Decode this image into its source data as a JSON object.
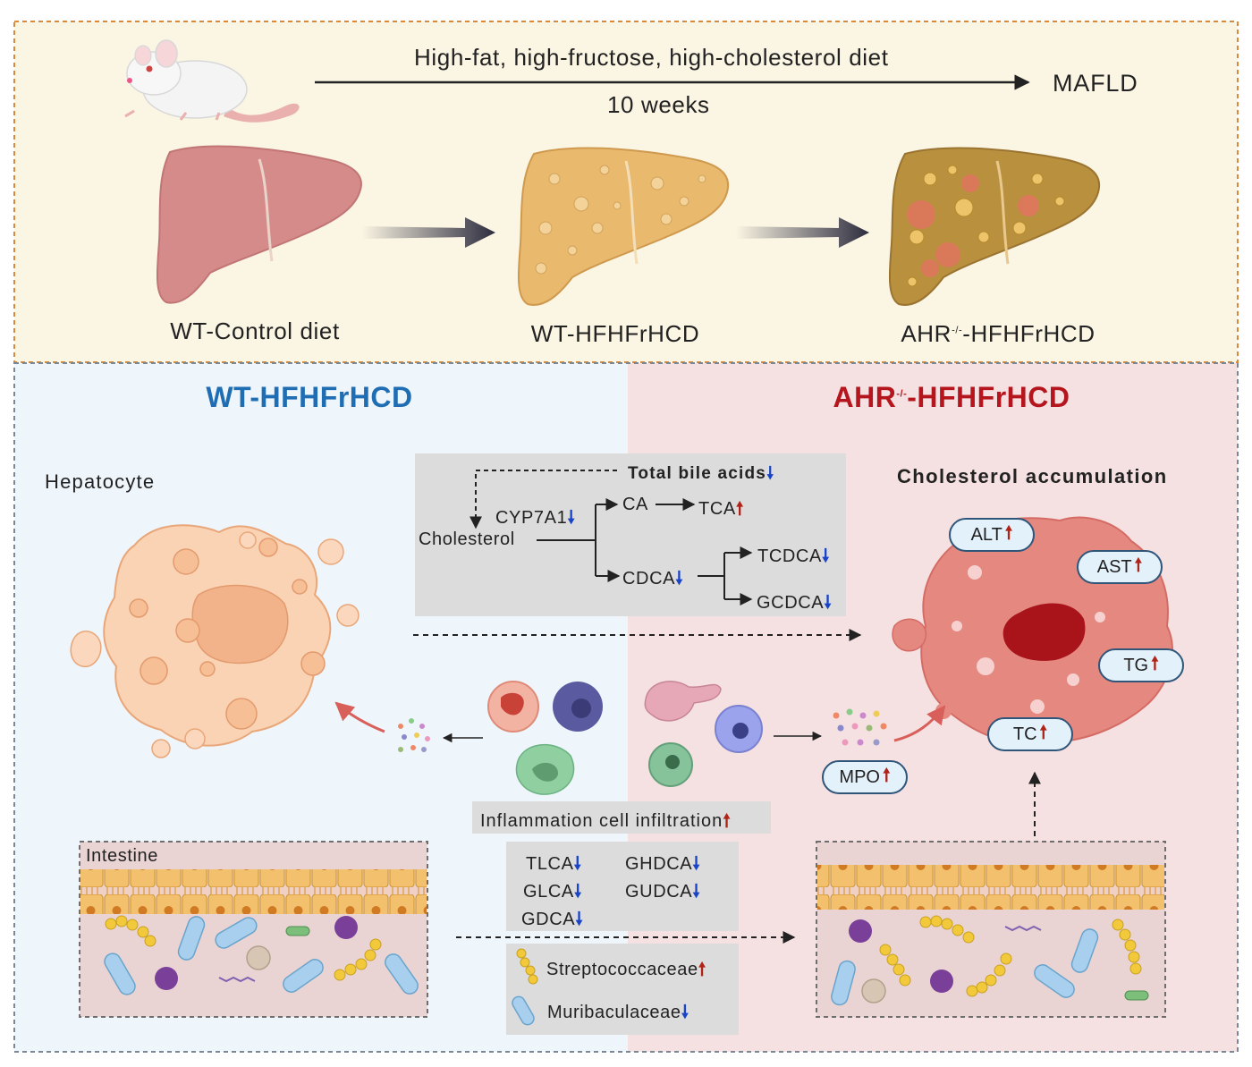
{
  "top": {
    "diet_label": "High-fat, high-fructose, high-cholesterol diet",
    "duration": "10 weeks",
    "outcome": "MAFLD",
    "livers": {
      "wt_control": "WT-Control diet",
      "wt_hfhfrhcd": "WT-HFHFrHCD",
      "ahr_prefix": "AHR",
      "ahr_sup": "-/-",
      "ahr_suffix": "-HFHFrHCD"
    }
  },
  "left_panel": {
    "title": "WT-HFHFrHCD",
    "hepatocyte_label": "Hepatocyte",
    "intestine_label": "Intestine"
  },
  "right_panel": {
    "title_prefix": "AHR",
    "title_sup": "-/-",
    "title_suffix": "-HFHFrHCD",
    "cholesterol_label": "Cholesterol accumulation",
    "markers": {
      "alt": "ALT",
      "ast": "AST",
      "tg": "TG",
      "tc": "TC",
      "mpo": "MPO"
    }
  },
  "pathway": {
    "total_bile_acids": "Total bile acids",
    "cyp7a1": "CYP7A1",
    "cholesterol": "Cholesterol",
    "ca": "CA",
    "tca": "TCA",
    "cdca": "CDCA",
    "tcdca": "TCDCA",
    "gcdca": "GCDCA"
  },
  "inflammation": {
    "label": "Inflammation cell infiltration"
  },
  "bile_acids_box": {
    "tlca": "TLCA",
    "ghdca": "GHDCA",
    "glca": "GLCA",
    "gudca": "GUDCA",
    "gdca": "GDCA"
  },
  "bacteria_box": {
    "strep": "Streptococcaceae",
    "murib": "Muribaculaceae"
  },
  "arrows": {
    "up": "🠕",
    "down": "🠗"
  },
  "colors": {
    "top_background": "#fbf5e3",
    "left_background": "#eef6fc",
    "right_background": "#f6e1e2",
    "left_title": "#1f6db3",
    "right_title": "#b5161e",
    "up_arrow": "#b02418",
    "down_arrow": "#1a44c8",
    "pill_fill": "#e3f1fb",
    "pill_border": "#2f5579"
  }
}
